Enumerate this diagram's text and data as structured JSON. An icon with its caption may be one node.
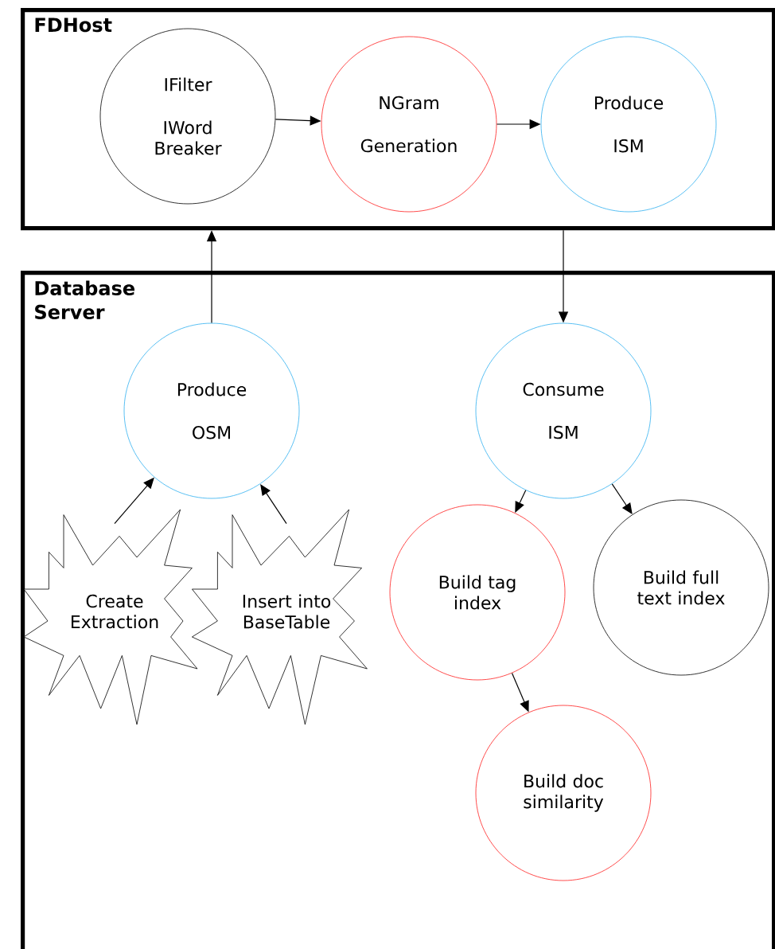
{
  "diagram": {
    "nodes": [
      {
        "text": [
          "FDHost"
        ]
      },
      {
        "text": [
          "IFilter",
          "IWord Breaker"
        ],
        "in": 0
      },
      {
        "text": [
          "NGram",
          "Generation"
        ],
        "in": 0
      },
      {
        "text": [
          "Produce",
          "ISM"
        ],
        "in": 0
      },
      {
        "text": [
          "Database Server"
        ]
      },
      {
        "text": [
          "Produce",
          "OSM"
        ],
        "in": 4
      },
      {
        "text": [
          "Consume",
          "ISM"
        ],
        "in": 4
      },
      {
        "text": [
          "Create Extraction"
        ],
        "in": 4
      },
      {
        "text": [
          "Insert into BaseTable"
        ],
        "in": 4
      },
      {
        "text": [
          "Build tag index"
        ],
        "in": 4
      },
      {
        "text": [
          "Build full text index"
        ],
        "in": 4
      },
      {
        "text": [
          "Build doc similarity"
        ],
        "in": 4
      }
    ],
    "edges": [
      {
        "from": 1,
        "to": 2,
        "arrow": "to"
      },
      {
        "from": 2,
        "to": 3,
        "arrow": "to"
      },
      {
        "from": 5,
        "to": 0,
        "arrow": "to"
      },
      {
        "from": 0,
        "to": 6,
        "arrow": "to"
      },
      {
        "from": 7,
        "to": 5,
        "arrow": "to"
      },
      {
        "from": 8,
        "to": 5,
        "arrow": "to"
      },
      {
        "from": 6,
        "to": 9,
        "arrow": "to"
      },
      {
        "from": 6,
        "to": 10,
        "arrow": "to"
      },
      {
        "from": 9,
        "to": 11,
        "arrow": "to"
      }
    ]
  }
}
